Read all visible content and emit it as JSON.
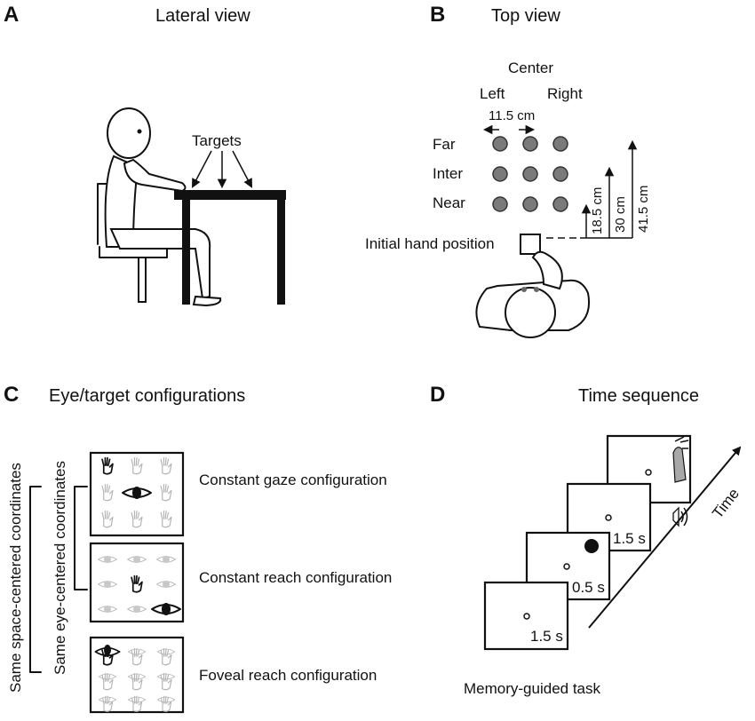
{
  "panels": {
    "a": {
      "letter": "A",
      "title": "Lateral view",
      "targets_label": "Targets"
    },
    "b": {
      "letter": "B",
      "title": "Top view",
      "columns": {
        "center": "Center",
        "left": "Left",
        "right": "Right"
      },
      "spacing_label": "11.5 cm",
      "rows": {
        "far": "Far",
        "inter": "Inter",
        "near": "Near"
      },
      "distances": [
        "18.5 cm",
        "30 cm",
        "41.5 cm"
      ],
      "initial_hand_label": "Initial hand position"
    },
    "c": {
      "letter": "C",
      "title": "Eye/target configurations",
      "space_coords_label": "Same space-centered coordinates",
      "eye_coords_label": "Same eye-centered coordinates",
      "configurations": [
        "Constant gaze configuration",
        "Constant reach configuration",
        "Foveal reach configuration"
      ]
    },
    "d": {
      "letter": "D",
      "title": "Time sequence",
      "durations": [
        "1.5 s",
        "0.5 s",
        "1.5 s"
      ],
      "time_label": "Time",
      "task_label": "Memory-guided task"
    }
  }
}
